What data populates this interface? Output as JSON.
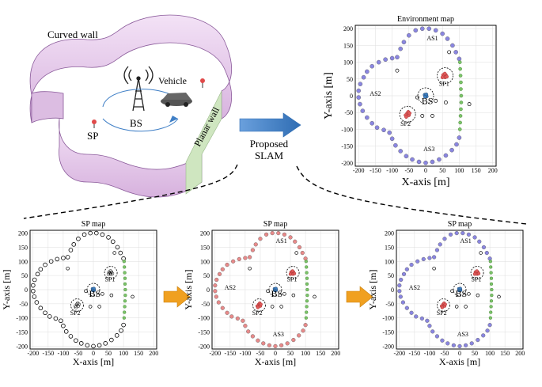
{
  "scene": {
    "curved_wall": "Curved wall",
    "planar_wall": "Planar wall",
    "vehicle": "Vehicle",
    "bs": "BS",
    "sp": "SP"
  },
  "method": {
    "line1": "Proposed",
    "line2": "SLAM"
  },
  "plots": {
    "env": {
      "title": "Environment map",
      "xlabel": "X-axis [m]",
      "ylabel": "Y-axis [m]",
      "labels": [
        "AS1",
        "AS2",
        "AS3",
        "SP1",
        "SP2",
        "BS"
      ]
    },
    "sp1": {
      "title": "SP map",
      "xlabel": "X-axis [m]",
      "ylabel": "Y-axis [m]",
      "labels": [
        "SP1",
        "SP2",
        "BS"
      ]
    },
    "sp2": {
      "title": "SP map",
      "xlabel": "X-axis [m]",
      "ylabel": "Y-axis [m]",
      "labels": [
        "AS1",
        "AS2",
        "AS3",
        "SP1",
        "SP2",
        "BS"
      ]
    },
    "sp3": {
      "title": "SP map",
      "xlabel": "X-axis [m]",
      "ylabel": "Y-axis [m]",
      "labels": [
        "AS1",
        "AS2",
        "AS3",
        "SP1",
        "SP2",
        "BS"
      ]
    }
  },
  "chart_data": {
    "type": "scatter",
    "x_ticks": [
      -200,
      -150,
      -100,
      -50,
      0,
      50,
      100,
      150,
      200
    ],
    "y_ticks": [
      200,
      150,
      100,
      50,
      0,
      -50,
      -100,
      -150,
      -200
    ],
    "xlim": [
      -210,
      210
    ],
    "ylim": [
      -210,
      210
    ],
    "grid": true,
    "colors": {
      "curved": "#8a86e0",
      "curved_red": "#e88a8a",
      "planar": "#7cc46a",
      "bs": "#3a7fc1",
      "sp": "#e05a5a",
      "wall_fill": "#e8cfee",
      "wall_stroke": "#8a5a9a",
      "planar_wall": "#cfe6c0",
      "arrow_blue": "#3f7fc6",
      "arrow_orange": "#f0a020"
    }
  }
}
